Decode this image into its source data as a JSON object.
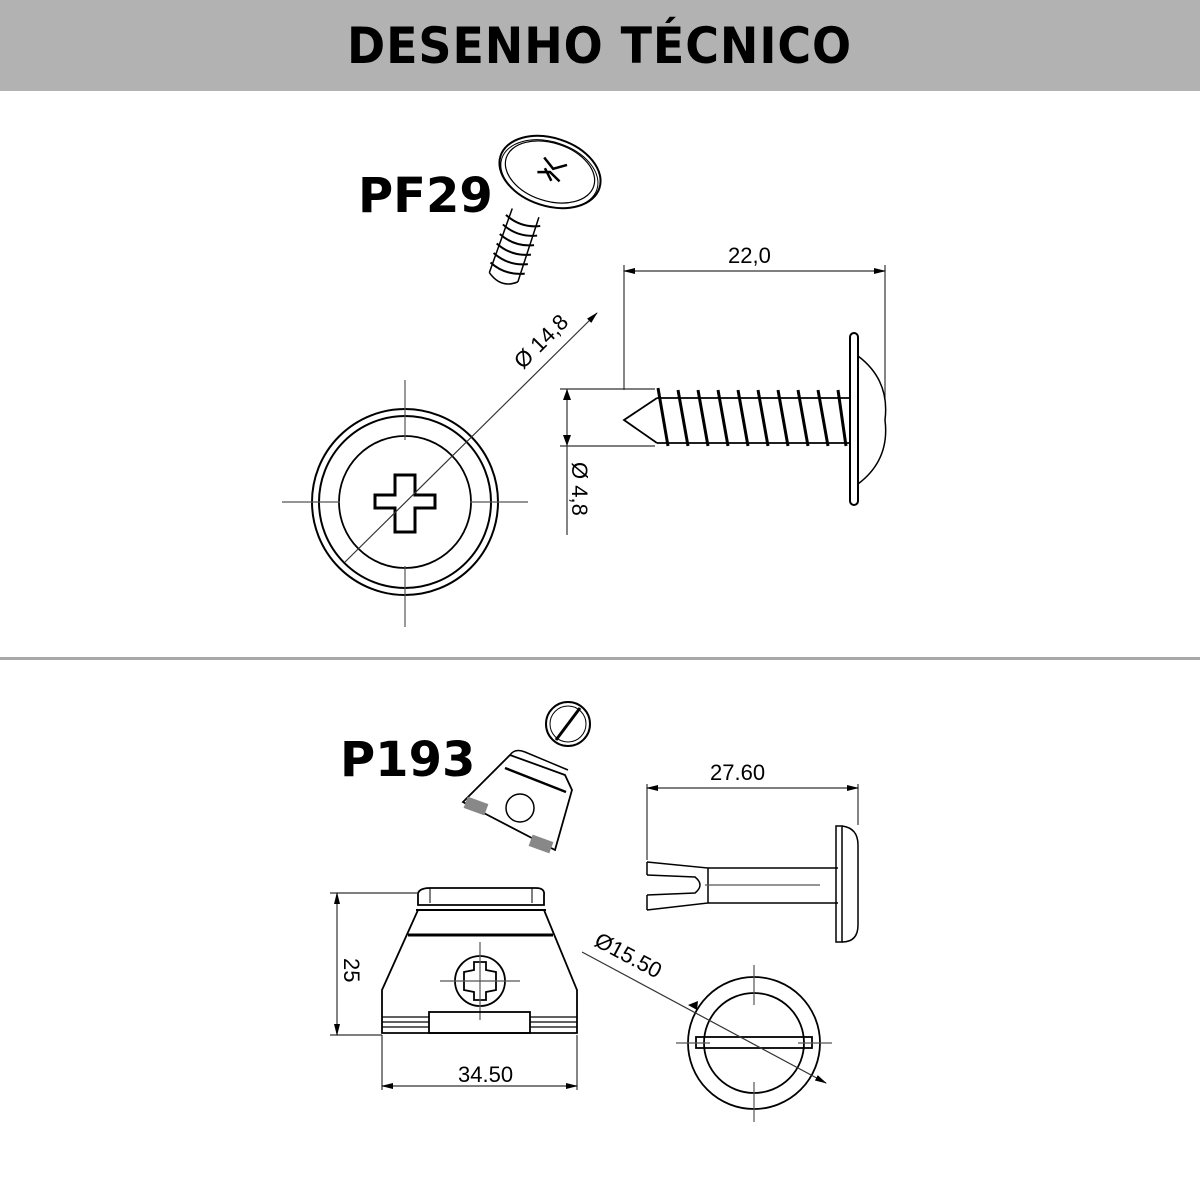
{
  "header": {
    "title": "DESENHO TÉCNICO",
    "background": "#b2b2b2"
  },
  "parts": [
    {
      "code": "PF29",
      "dimensions": {
        "length": "22,0",
        "head_diameter": "Ø 14,8",
        "thread_diameter": "Ø 4,8"
      }
    },
    {
      "code": "P193",
      "dimensions": {
        "length": "27.60",
        "head_diameter": "Ø15.50",
        "height": "25",
        "width": "34.50"
      }
    }
  ],
  "divider_color": "#a8a8a8"
}
